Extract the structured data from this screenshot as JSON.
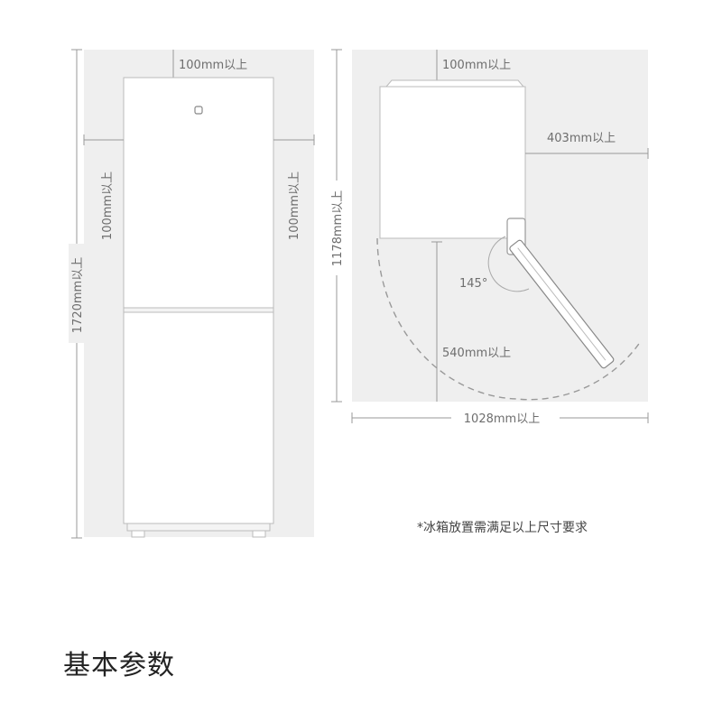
{
  "front_view": {
    "top_clearance": "100mm以上",
    "left_clearance": "100mm以上",
    "right_clearance": "100mm以上",
    "height": "1720mm以上"
  },
  "top_view": {
    "rear_clearance": "100mm以上",
    "side_clearance": "403mm以上",
    "depth": "1178mm以上",
    "door_angle": "145°",
    "door_swing": "540mm以上",
    "total_width": "1028mm以上"
  },
  "note": "*冰箱放置需满足以上尺寸要求",
  "section_heading": "基本参数",
  "colors": {
    "clearance_area": "#efefef",
    "fridge_body": "#ffffff",
    "line": "#999999",
    "text": "#6e6e6e"
  }
}
